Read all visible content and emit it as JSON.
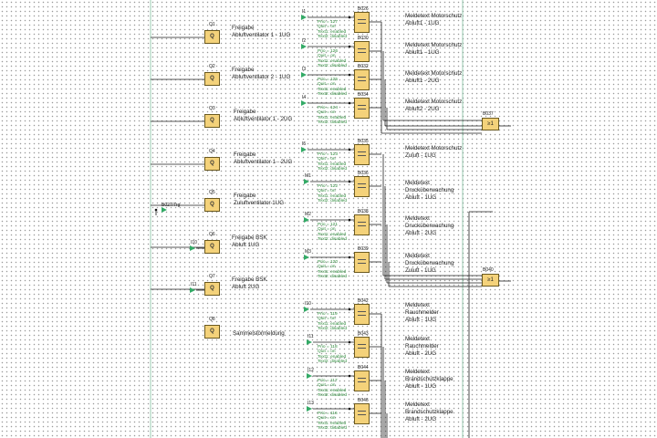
{
  "outputs": [
    {
      "id": "Q1",
      "label": "Freigabe\nAbluftventilator 1 - 1UG"
    },
    {
      "id": "Q2",
      "label": "Freigabe\nAbluftventilator 2 - 1UG"
    },
    {
      "id": "Q3",
      "label": "Freigabe\nAbluftventilator 1 - 2UG"
    },
    {
      "id": "Q4",
      "label": "Freigabe\nAbluftventilator 1 - 2UG"
    },
    {
      "id": "Q5",
      "label": "Freigabe\nZuluftventilator 1UG"
    },
    {
      "id": "Q6",
      "label": "Freigabe BSK\nAbluft 1UG"
    },
    {
      "id": "Q7",
      "label": "Freigabe BSK\nAbluft 2UG"
    },
    {
      "id": "Q8",
      "label": "Sammelstörmeldung"
    }
  ],
  "output_symbol": "Q",
  "message_blocks": [
    {
      "id": "B026",
      "input": "I1",
      "params": [
        "Prio = 127",
        "Quit = on",
        "Text1: enabled",
        "Text2: disabled"
      ],
      "text": "Meldetext Motorschutz\nAbluft1 - 1UG"
    },
    {
      "id": "B030",
      "input": "I2",
      "params": [
        "Prio = 126",
        "Quit = on",
        "Text1: enabled",
        "Text2: disabled"
      ],
      "text": "Meldetext Motorschutz\nAbluft1 - 1UG"
    },
    {
      "id": "B032",
      "input": "I3",
      "params": [
        "Prio = 125",
        "Quit = on",
        "Text1: enabled",
        "Text2: disabled"
      ],
      "text": "Meldetext Motorschutz\nAbluft1 - 2UG"
    },
    {
      "id": "B034",
      "input": "I4",
      "params": [
        "Prio = 124",
        "Quit = on",
        "Text1: enabled",
        "Text2: disabled"
      ],
      "text": "Meldetext Motorschutz\nAbluft2 - 2UG"
    },
    {
      "id": "B035",
      "input": "I5",
      "params": [
        "Prio = 123",
        "Quit = on",
        "Text1: enabled",
        "Text2: disabled"
      ],
      "text": "Meldetext Motorschutz\nZuluft - 1UG"
    },
    {
      "id": "B036",
      "input": "M1",
      "params": [
        "Prio = 122",
        "Quit = on",
        "Text1: enabled",
        "Text2: disabled"
      ],
      "text": "Meldetext\nDrucküberwachung\nAbluft - 1UG"
    },
    {
      "id": "B038",
      "input": "M2",
      "params": [
        "Prio = 121",
        "Quit = on",
        "Text1: enabled",
        "Text2: disabled"
      ],
      "text": "Meldetext\nDrucküberwachung\nAbluft - 2UG"
    },
    {
      "id": "B039",
      "input": "M3",
      "params": [
        "Prio = 120",
        "Quit = on",
        "Text1: enabled",
        "Text2: disabled"
      ],
      "text": "Meldetext\nDrucküberwachung\nZuluft - 1UG"
    },
    {
      "id": "B042",
      "input": "I10",
      "params": [
        "Prio = 119",
        "Quit = on",
        "Text1: enabled",
        "Text2: disabled"
      ],
      "text": "Meldetext\nRauchmelder\nAbluft - 1UG"
    },
    {
      "id": "B043",
      "input": "I11",
      "params": [
        "Prio = 118",
        "Quit = on",
        "Text1: enabled",
        "Text2: disabled"
      ],
      "text": "Meldetext\nRauchmelder\nAbluft - 2UG"
    },
    {
      "id": "B044",
      "input": "I12",
      "params": [
        "Prio = 117",
        "Quit = on",
        "Text1: enabled",
        "Text2: disabled"
      ],
      "text": "Meldetext\nBrandschutzklappe\nAbluft - 1UG"
    },
    {
      "id": "B046",
      "input": "I13",
      "params": [
        "Prio = 116",
        "Quit = on",
        "Text1: enabled",
        "Text2: disabled"
      ],
      "text": "Meldetext\nBrandschutzklappe\nAbluft - 2UG"
    }
  ],
  "or_blocks": [
    {
      "id": "B037",
      "symbol": "≥1"
    },
    {
      "id": "B040",
      "symbol": "≥1"
    }
  ],
  "extra_inputs": [
    {
      "id": "I10"
    },
    {
      "id": "I11"
    }
  ],
  "connector": {
    "label": "B027/Trg"
  }
}
